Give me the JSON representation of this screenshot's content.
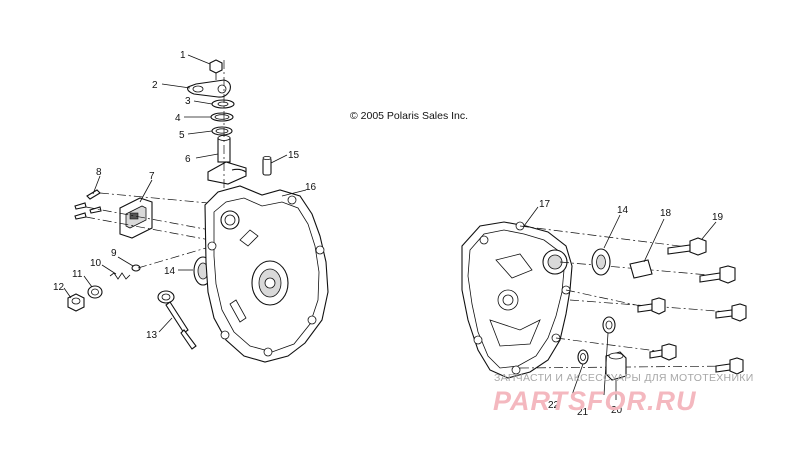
{
  "copyright": "© 2005 Polaris Sales Inc.",
  "callouts": [
    "1",
    "2",
    "3",
    "4",
    "5",
    "6",
    "15",
    "8",
    "7",
    "16",
    "9",
    "10",
    "11",
    "12",
    "14",
    "13",
    "17",
    "14",
    "18",
    "19",
    "22",
    "21",
    "20"
  ],
  "watermark": {
    "caption": "ЗАПЧАСТИ И АКСЕССУАРЫ ДЛЯ МОТОТЕХНИКИ",
    "brand": "PARTSFOR.RU"
  }
}
